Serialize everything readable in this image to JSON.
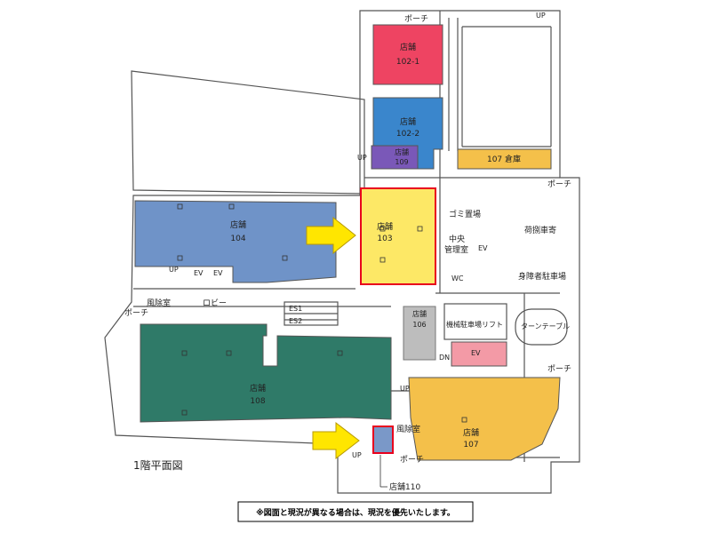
{
  "title": "1階平面図",
  "note": "※図面と現況が異なる場合は、現況を優先いたします。",
  "colors": {
    "red": "#ee4462",
    "blue": "#3a86cc",
    "purple": "#7a58b8",
    "yellow": "#fde866",
    "orange": "#f4c04a",
    "steel": "#6f93c8",
    "green": "#2f7a68",
    "gray": "#bdbdbd",
    "pink": "#f39aa6",
    "arrow": "#ffe600",
    "red_border": "#e8001d"
  },
  "stores": {
    "s102_1": {
      "label": "店舗",
      "number": "102-1"
    },
    "s102_2": {
      "label": "店舗",
      "number": "102-2"
    },
    "s109": {
      "label": "店舗",
      "number": "109"
    },
    "s104": {
      "label": "店舗",
      "number": "104"
    },
    "s103": {
      "label": "店舗",
      "number": "103"
    },
    "s106": {
      "label": "店舗",
      "number": "106"
    },
    "s108": {
      "label": "店舗",
      "number": "108"
    },
    "s107": {
      "label": "店舗",
      "number": "107"
    },
    "s110": {
      "label": "店舗110"
    }
  },
  "labels": {
    "porch": "ポーチ",
    "warehouse": "107 倉庫",
    "garbage": "ゴミ置場",
    "central_mgmt": "中央管理室",
    "central": "中央",
    "mgmt": "管理室",
    "loading": "荷捌車寄",
    "disabled_parking": "身障者駐車場",
    "mech_parking": "機械駐車場リフト",
    "turntable": "ターンテーブル",
    "windbreak": "風除室",
    "lobby": "ロビー",
    "es1": "ES1",
    "es2": "ES2",
    "ev": "EV",
    "up": "UP",
    "dn": "DN",
    "wc": "WC"
  }
}
